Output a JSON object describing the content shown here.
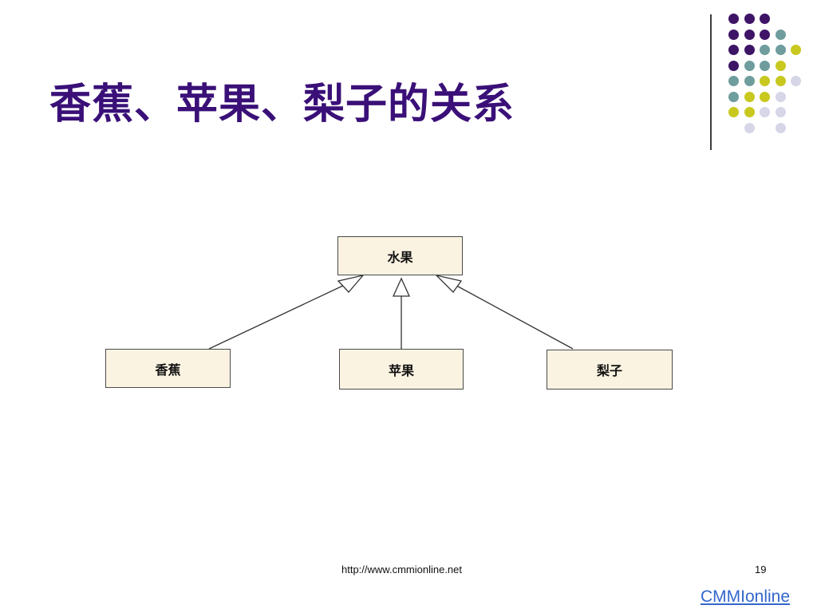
{
  "slide": {
    "title": "香蕉、苹果、梨子的关系",
    "footer_url": "http://www.cmmionline.net",
    "page_number": "19",
    "brand_link": "CMMIonline"
  },
  "diagram": {
    "parent": "水果",
    "children": [
      "香蕉",
      "苹果",
      "梨子"
    ],
    "relation": "generalization"
  },
  "colors": {
    "title": "#3a1078",
    "box_fill": "#fbf3e2",
    "dot_purple": "#3d1466",
    "dot_teal": "#6f9c9c",
    "dot_yellow": "#c8c81e",
    "dot_lavender": "#d6d6e8"
  },
  "decor": {
    "dot_grid": [
      [
        "purple",
        "purple",
        "purple",
        null,
        null
      ],
      [
        "purple",
        "purple",
        "purple",
        "teal",
        null
      ],
      [
        "purple",
        "purple",
        "teal",
        "teal",
        "yellow"
      ],
      [
        "purple",
        "teal",
        "teal",
        "yellow",
        null
      ],
      [
        "teal",
        "teal",
        "yellow",
        "yellow",
        "lavender"
      ],
      [
        "teal",
        "yellow",
        "yellow",
        "lavender",
        null
      ],
      [
        "yellow",
        "yellow",
        "lavender",
        "lavender",
        null
      ],
      [
        null,
        "lavender",
        null,
        "lavender",
        null
      ]
    ]
  }
}
